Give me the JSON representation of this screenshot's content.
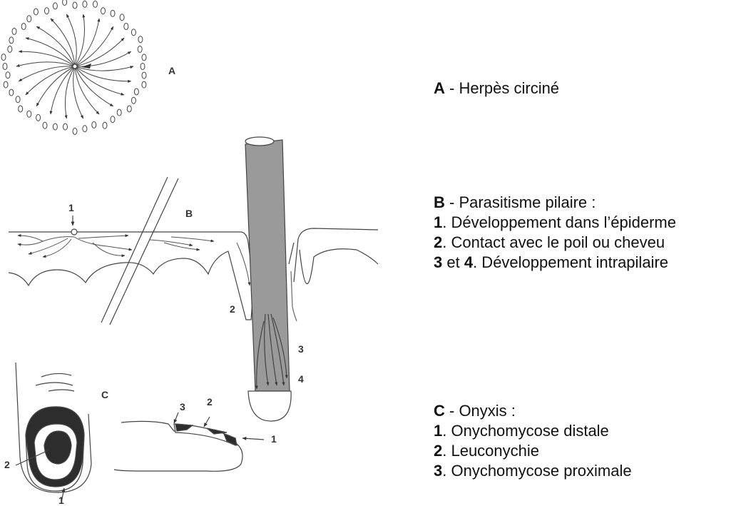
{
  "figure_labels": {
    "panel_a": "A",
    "panel_b": "B",
    "panel_c": "C",
    "b_1": "1",
    "b_2": "2",
    "b_3": "3",
    "b_4": "4",
    "c_left_2": "2",
    "c_left_1": "1",
    "c_right_3": "3",
    "c_right_2": "2",
    "c_right_1": "1"
  },
  "legend": {
    "a": {
      "letter": "A",
      "text": " - Herpès circiné"
    },
    "b": {
      "letter": "B",
      "text": " - Parasitisme pilaire :",
      "items": [
        {
          "num": "1",
          "text": ". Développement dans l’épiderme"
        },
        {
          "num": "2",
          "text": ". Contact avec le poil ou cheveu"
        },
        {
          "num": "3",
          "mid": " et ",
          "num2": "4",
          "text": ". Développement intrapilaire"
        }
      ]
    },
    "c": {
      "letter": "C",
      "text": " - Onyxis :",
      "items": [
        {
          "num": "1",
          "text": ". Onychomycose distale"
        },
        {
          "num": "2",
          "text": ". Leuconychie"
        },
        {
          "num": "3",
          "text": ". Onychomycose proximale"
        }
      ]
    }
  }
}
